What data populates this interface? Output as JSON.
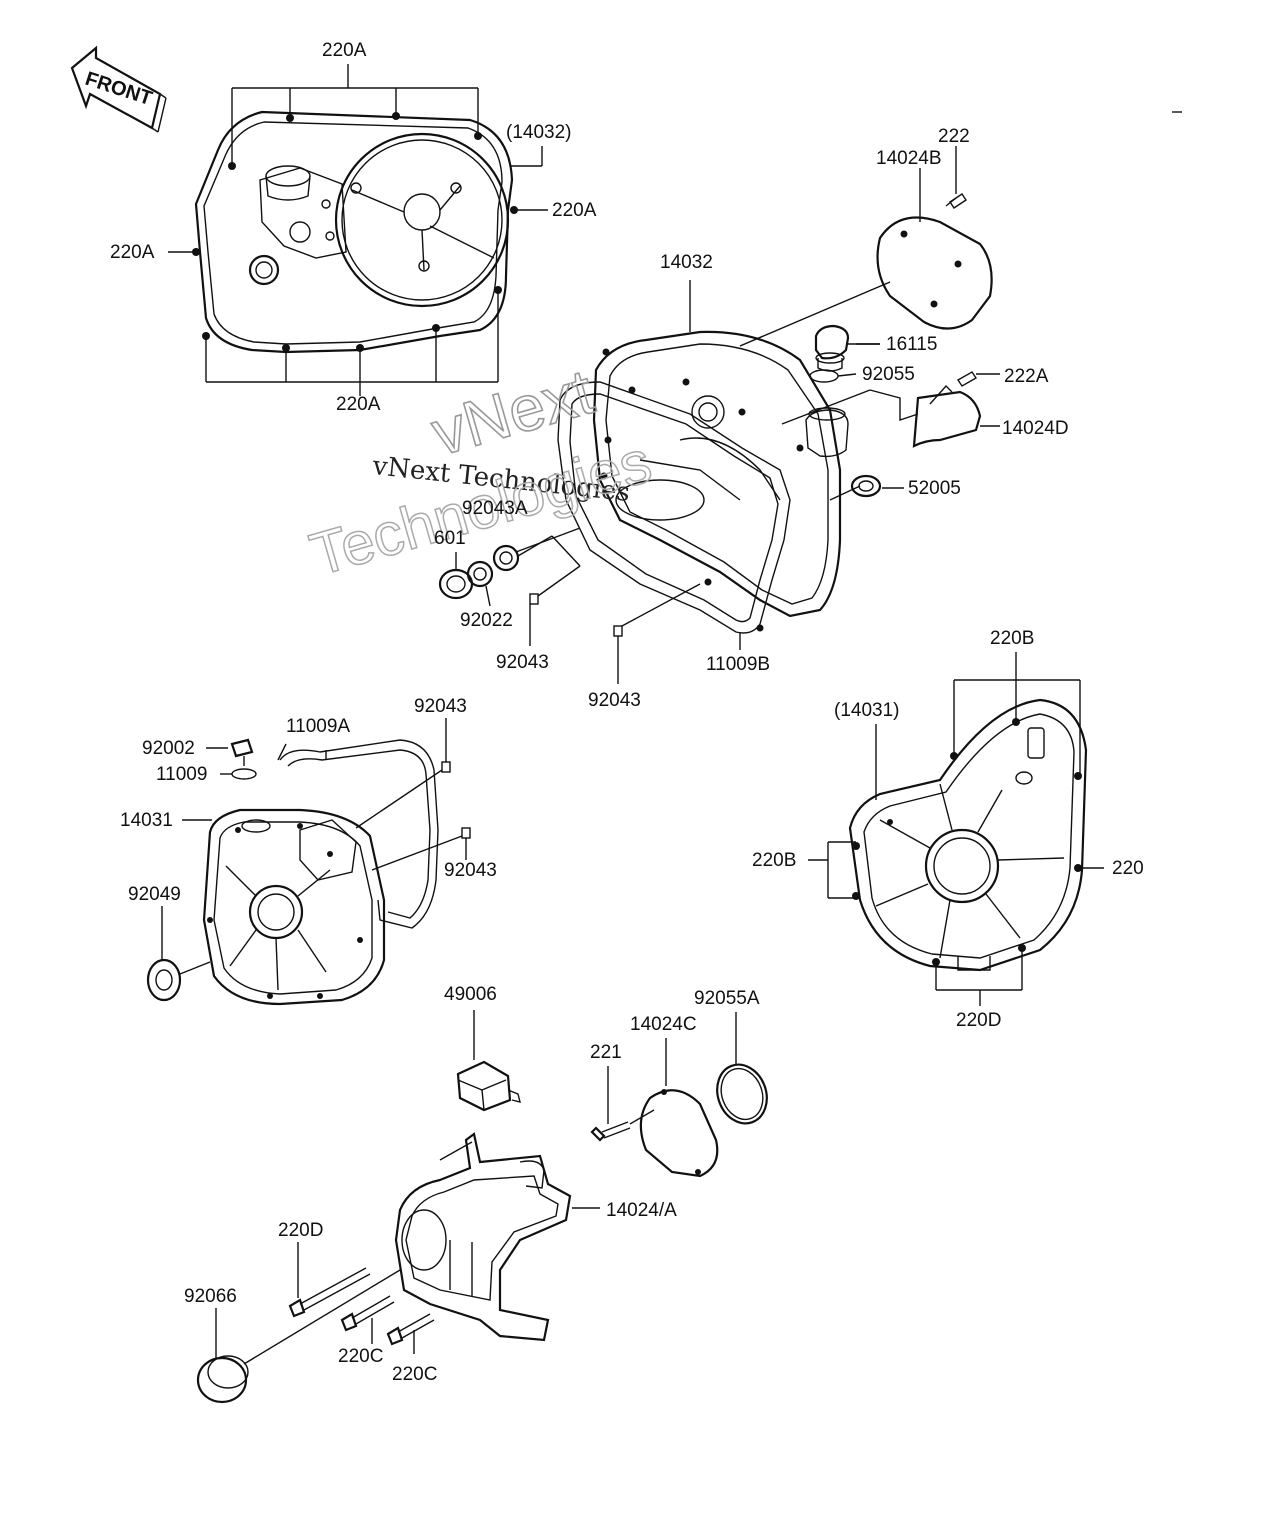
{
  "direction_label": "FRONT",
  "watermark": {
    "line1": "vNext",
    "line2": "vNext Technologies",
    "line3": "Technologies"
  },
  "labels": {
    "l_220a_top": "220A",
    "l_14032_paren": "(14032)",
    "l_220a_right": "220A",
    "l_220a_left": "220A",
    "l_220a_bottom": "220A",
    "l_222": "222",
    "l_14024b": "14024B",
    "l_14032": "14032",
    "l_16115": "16115",
    "l_92055": "92055",
    "l_222a": "222A",
    "l_14024d": "14024D",
    "l_52005": "52005",
    "l_92043a": "92043A",
    "l_601": "601",
    "l_92022": "92022",
    "l_92043_a": "92043",
    "l_92043_b": "92043",
    "l_11009b": "11009B",
    "l_220b_top": "220B",
    "l_14031_paren": "(14031)",
    "l_220b_left": "220B",
    "l_220_right": "220",
    "l_220d_bottom": "220D",
    "l_92043_c": "92043",
    "l_11009a": "11009A",
    "l_92002": "92002",
    "l_11009": "11009",
    "l_14031": "14031",
    "l_92043_d": "92043",
    "l_92049": "92049",
    "l_49006": "49006",
    "l_92055a": "92055A",
    "l_14024c": "14024C",
    "l_221": "221",
    "l_14024a": "14024/A",
    "l_220d": "220D",
    "l_92066": "92066",
    "l_220c_a": "220C",
    "l_220c_b": "220C"
  }
}
